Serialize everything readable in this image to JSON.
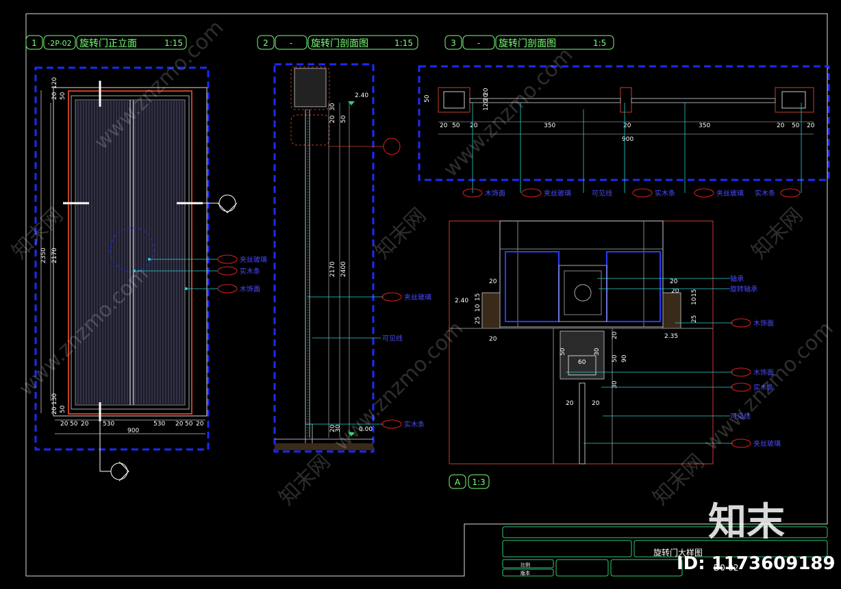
{
  "views": {
    "v1": {
      "num": "1",
      "code": "-2P-02",
      "title": "旋转门正立面",
      "scale": "1:15"
    },
    "v2": {
      "num": "2",
      "code": "-",
      "title": "旋转门剖面图",
      "scale": "1:15"
    },
    "v3": {
      "num": "3",
      "code": "-",
      "title": "旋转门剖面图",
      "scale": "1:5"
    },
    "vA": {
      "num": "A",
      "scale": "1:3"
    }
  },
  "elevation": {
    "dims_bottom": [
      "20",
      "50",
      "20",
      "530",
      "530",
      "20",
      "50",
      "20"
    ],
    "total_width": "900",
    "dims_left": [
      "2350",
      "2170"
    ],
    "top_small": [
      "20",
      "120",
      "50"
    ],
    "bottom_small": [
      "20",
      "130",
      "50"
    ],
    "callouts": [
      "夹丝玻璃",
      "实木条",
      "木饰面"
    ]
  },
  "section2": {
    "dims": [
      "2.40",
      "20",
      "30",
      "50",
      "2170",
      "2400",
      "20",
      "30",
      "0.00"
    ],
    "callouts": [
      "夹丝玻璃",
      "可见线",
      "实木条"
    ]
  },
  "section3": {
    "dims_top": [
      "20",
      "50",
      "20",
      "350",
      "20",
      "350",
      "20",
      "50",
      "20"
    ],
    "total": "900",
    "left_dims": [
      "50",
      "20",
      "120",
      "20"
    ],
    "callouts": [
      "木饰面",
      "夹丝玻璃",
      "可见线",
      "实木条",
      "夹丝玻璃",
      "实木条"
    ]
  },
  "detailA": {
    "dims": [
      "20",
      "2.40",
      "25",
      "10",
      "15",
      "20",
      "20",
      "10",
      "15",
      "25",
      "2.35",
      "20",
      "50",
      "60",
      "50",
      "90",
      "30",
      "20",
      "20",
      "30",
      "20"
    ],
    "callouts_top": [
      "轴承",
      "旋转轴承"
    ],
    "callouts_right": [
      "木饰面",
      "木饰面",
      "实木条",
      "可见线",
      "夹丝玻璃"
    ]
  },
  "titleblock": {
    "drawing_name": "旋转门大样图",
    "drawing_no": "D0-02",
    "field1": "比例",
    "field2": "版本"
  },
  "watermark": {
    "brand": "知末",
    "id_text": "ID: 1173609189",
    "site": "www.znzmo.com",
    "site_cn": "知末网"
  }
}
